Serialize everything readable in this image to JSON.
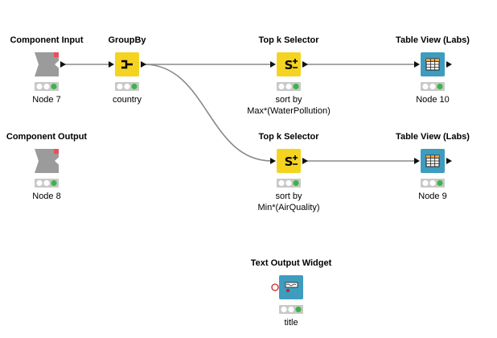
{
  "workflow": {
    "nodes": [
      {
        "id": "component-input",
        "title": "Component Input",
        "label": "Node 7",
        "label2": "",
        "kind": "component-in",
        "color": "#9b9b9b",
        "status": "green",
        "icon": "component-input-icon"
      },
      {
        "id": "groupby",
        "title": "GroupBy",
        "label": "country",
        "label2": "",
        "kind": "manipulator",
        "color": "#f5d321",
        "status": "green",
        "icon": "groupby-icon"
      },
      {
        "id": "topk-1",
        "title": "Top k Selector",
        "label": "sort by",
        "label2": "Max*(WaterPollution)",
        "kind": "manipulator",
        "color": "#f5d321",
        "status": "green",
        "icon": "sort-icon"
      },
      {
        "id": "tableview-1",
        "title": "Table View (Labs)",
        "label": "Node 10",
        "label2": "",
        "kind": "view",
        "color": "#3e9cbf",
        "status": "green",
        "icon": "table-icon"
      },
      {
        "id": "component-output",
        "title": "Component Output",
        "label": "Node 8",
        "label2": "",
        "kind": "component-out",
        "color": "#9b9b9b",
        "status": "green",
        "icon": "component-output-icon"
      },
      {
        "id": "topk-2",
        "title": "Top k Selector",
        "label": "sort by",
        "label2": "Min*(AirQuality)",
        "kind": "manipulator",
        "color": "#f5d321",
        "status": "green",
        "icon": "sort-icon"
      },
      {
        "id": "tableview-2",
        "title": "Table View (Labs)",
        "label": "Node 9",
        "label2": "",
        "kind": "view",
        "color": "#3e9cbf",
        "status": "green",
        "icon": "table-icon"
      },
      {
        "id": "text-output",
        "title": "Text Output Widget",
        "label": "title",
        "label2": "",
        "kind": "widget",
        "color": "#3e9cbf",
        "status": "green",
        "icon": "text-widget-icon"
      }
    ],
    "connections": [
      {
        "from": "component-input",
        "to": "groupby"
      },
      {
        "from": "groupby",
        "to": "topk-1"
      },
      {
        "from": "groupby",
        "to": "topk-2"
      },
      {
        "from": "topk-1",
        "to": "tableview-1"
      },
      {
        "from": "topk-2",
        "to": "tableview-2"
      }
    ]
  }
}
